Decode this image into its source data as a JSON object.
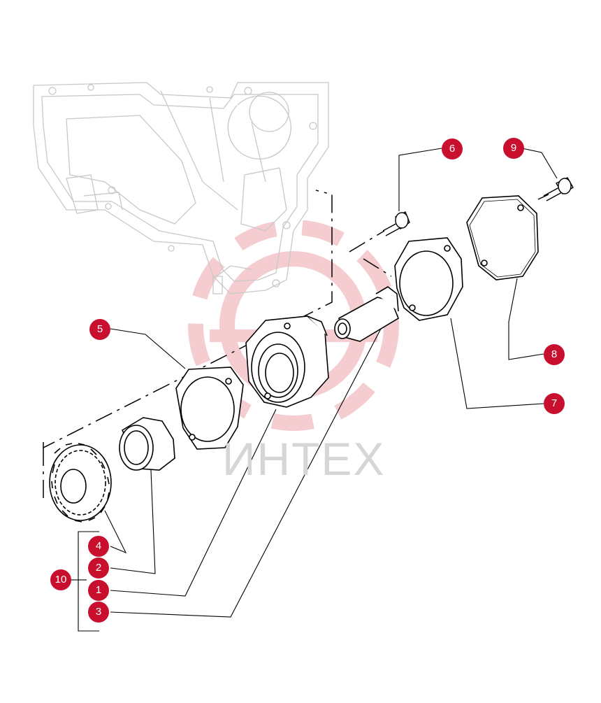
{
  "watermark": {
    "text": "ИНТЕХ",
    "gear_color": "#f4c5c9",
    "text_color": "#d6d6d6"
  },
  "colors": {
    "callout": "#c8102e",
    "line": "#000000",
    "ghost": "#c8c8c8"
  },
  "callouts": [
    {
      "id": "c6",
      "label": "6"
    },
    {
      "id": "c9",
      "label": "9"
    },
    {
      "id": "c5",
      "label": "5"
    },
    {
      "id": "c8",
      "label": "8"
    },
    {
      "id": "c7",
      "label": "7"
    },
    {
      "id": "c4",
      "label": "4"
    },
    {
      "id": "c2",
      "label": "2"
    },
    {
      "id": "c10",
      "label": "10"
    },
    {
      "id": "c1",
      "label": "1"
    },
    {
      "id": "c3",
      "label": "3"
    }
  ]
}
